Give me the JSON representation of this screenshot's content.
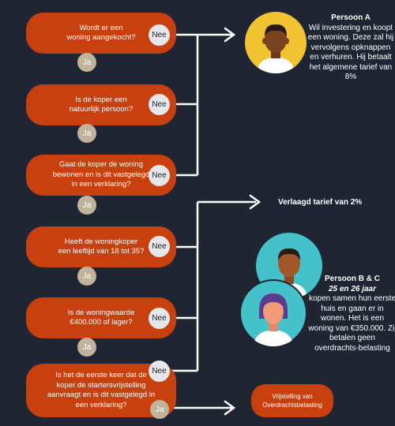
{
  "questions": [
    {
      "text": "Wordt er een\nwoning aangekocht?"
    },
    {
      "text": "Is de koper een\nnatuurlijk persoon?"
    },
    {
      "text": "Gaat de koper de woning\nbewonen en is dit vastgelegd\nin een verklaring?"
    },
    {
      "text": "Heeft de woningkoper\neen leeftijd van 18 tot 35?"
    },
    {
      "text": "Is de woningwaarde\n€400.000 of  lager?"
    },
    {
      "text": "Is het de eerste keer dat de\nkoper de startersvrijstelling\naanvraagt en is dit vastgelegd in\neen verklaring?"
    }
  ],
  "no_label": "Nee",
  "yes_label": "Ja",
  "persoon_a": {
    "title": "Persoon A",
    "text": "Wil investering en koopt een woning. Deze zal hij vervolgens opknappen en verhuren. Hij betaalt het algemene tarief van 8%"
  },
  "verlaagd_tarief": "Verlaagd tarief van 2%",
  "persoon_bc": {
    "title": "Persoon B & C",
    "subtitle": "25 en 26 jaar",
    "text": "kopen samen hun eerste huis en gaan er in wonen. Het is een woning van €350.000. Zij betalen geen overdrachts-belasting"
  },
  "vrijstelling": "Vrijstelling van\nOverdrachtsbelasting",
  "colors": {
    "background": "#1f2533",
    "question_fill": "#c9400f",
    "ja_fill": "#c2b49a",
    "avatar_circle_a": "#f1c232",
    "avatar_circle_bc": "#45c1c9",
    "connector": "#ffffff"
  }
}
